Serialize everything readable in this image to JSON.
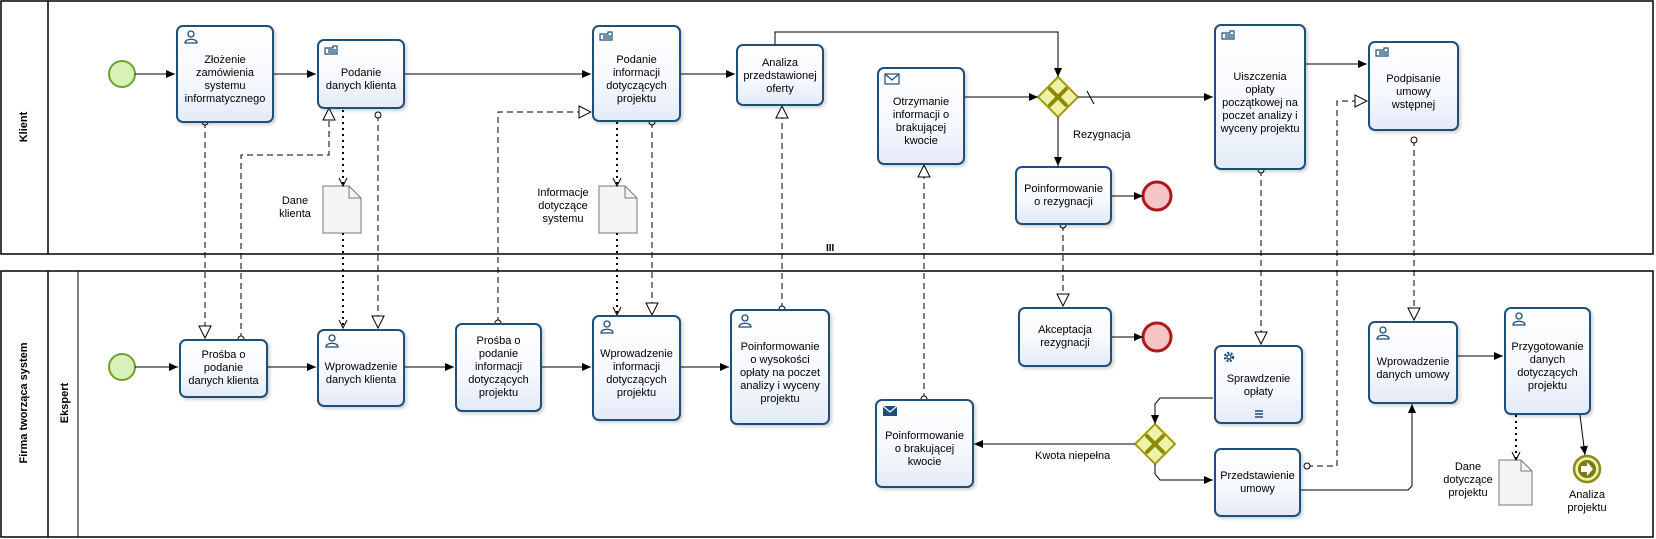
{
  "pools": {
    "klient": {
      "label": "Klient"
    },
    "firma": {
      "label": "Firma tworząca system",
      "lane_label": "Ekspert"
    }
  },
  "tasks": {
    "zlozenie": "Złożenie zamówienia systemu informatycznego",
    "podanie_danych": "Podanie danych klienta",
    "podanie_informacji": "Podanie informacji dotyczących projektu",
    "analiza_oferty": "Analiza przedstawionej oferty",
    "otrzymanie": "Otrzymanie informacji o brakującej kwocie",
    "uiszczenie": "Uiszczenia opłaty początkowej na poczet analizy i wyceny projektu",
    "podpisanie": "Podpisanie umowy wstępnej",
    "poinformowanie_rezygnacji": "Poinformowanie o rezygnacji",
    "prosba_dane": "Prośba o podanie danych klienta",
    "wprowadzenie_danych": "Wprowadzenie danych klienta",
    "prosba_informacje": "Prośba o podanie informacji dotyczących projektu",
    "wprowadzenie_informacji": "Wprowadzenie informacji dotyczących projektu",
    "poinformowanie_wysokosci": "Poinformowanie o wysokości opłaty na poczet analizy i wyceny projektu",
    "akceptacja": "Akceptacja rezygnacji",
    "poinformowanie_kwocie": "Poinformowanie o brakującej kwocie",
    "sprawdzenie": "Sprawdzenie opłaty",
    "przedstawienie": "Przedstawienie umowy",
    "wprowadzenie_umowy": "Wprowadzenie danych umowy",
    "przygotowanie": "Przygotowanie danych dotyczących projektu"
  },
  "data_objects": {
    "dane_klienta": "Dane klienta",
    "informacje": "Informacje dotyczące systemu",
    "dane_projektu": "Dane dotyczące projektu"
  },
  "flow_labels": {
    "rezygnacja": "Rezygnacja",
    "kwota": "Kwota niepełna"
  },
  "end_link_label": "Analiza projektu",
  "collapsed_marker": "III",
  "colors": {
    "task_border": "#1e4f7a",
    "start_fill": "#d8f1b8",
    "start_stroke": "#6fa12f",
    "end_fill": "#f5c4c4",
    "end_stroke": "#b01818",
    "gateway_fill": "#eef2a6",
    "gateway_stroke": "#a39a0c",
    "gateway_x": "#8c8a00"
  }
}
